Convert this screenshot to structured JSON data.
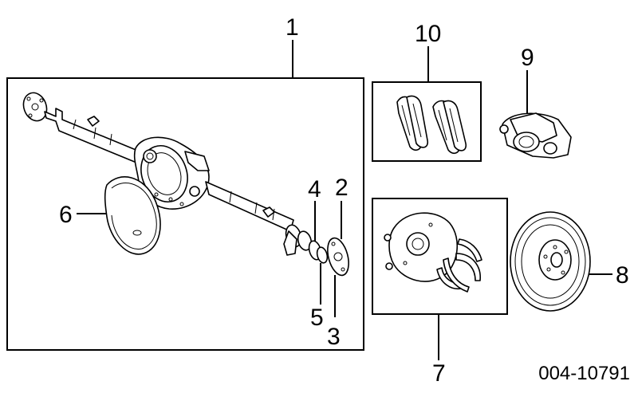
{
  "callouts": {
    "c1": "1",
    "c2": "2",
    "c3": "3",
    "c4": "4",
    "c5": "5",
    "c6": "6",
    "c7": "7",
    "c8": "8",
    "c9": "9",
    "c10": "10"
  },
  "reference_code": "004-10791"
}
